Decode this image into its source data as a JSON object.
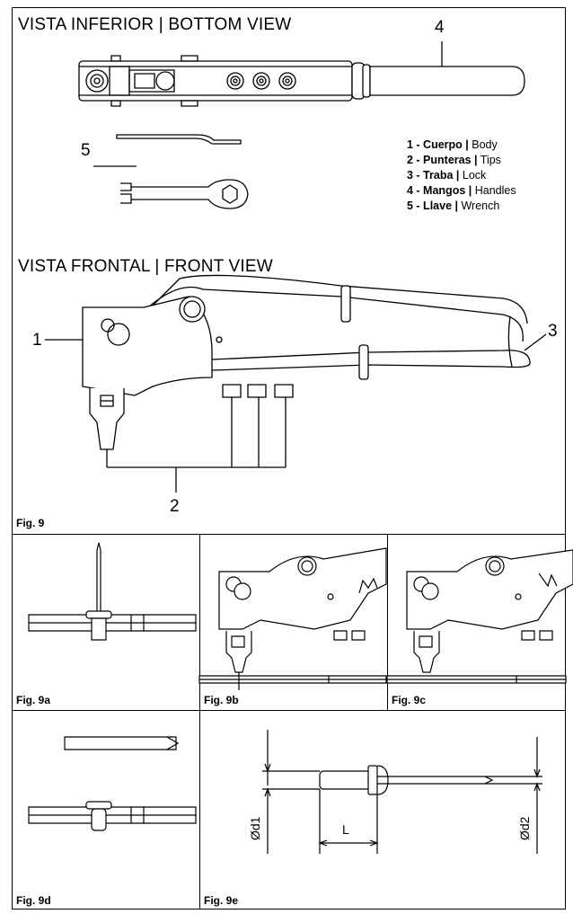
{
  "bottom_view": {
    "title_es": "VISTA INFERIOR |",
    "title_en": "BOTTOM VIEW"
  },
  "front_view": {
    "title_es": "VISTA FRONTAL |",
    "title_en": "FRONT VIEW"
  },
  "callouts": {
    "handles": "4",
    "wrench": "5",
    "body": "1",
    "lock": "3",
    "tips": "2"
  },
  "legend": [
    {
      "num_es": "1 - Cuerpo |",
      "en": "Body"
    },
    {
      "num_es": "2 - Punteras |",
      "en": "Tips"
    },
    {
      "num_es": "3 - Traba |",
      "en": "Lock"
    },
    {
      "num_es": "4 - Mangos |",
      "en": "Handles"
    },
    {
      "num_es": "5 - Llave |",
      "en": "Wrench"
    }
  ],
  "figures": {
    "fig9": "Fig. 9",
    "fig9a": "Fig. 9a",
    "fig9b": "Fig. 9b",
    "fig9c": "Fig. 9c",
    "fig9d": "Fig. 9d",
    "fig9e": "Fig. 9e"
  },
  "dimensions": {
    "d1": "Ød1",
    "d2": "Ød2",
    "length": "L"
  }
}
